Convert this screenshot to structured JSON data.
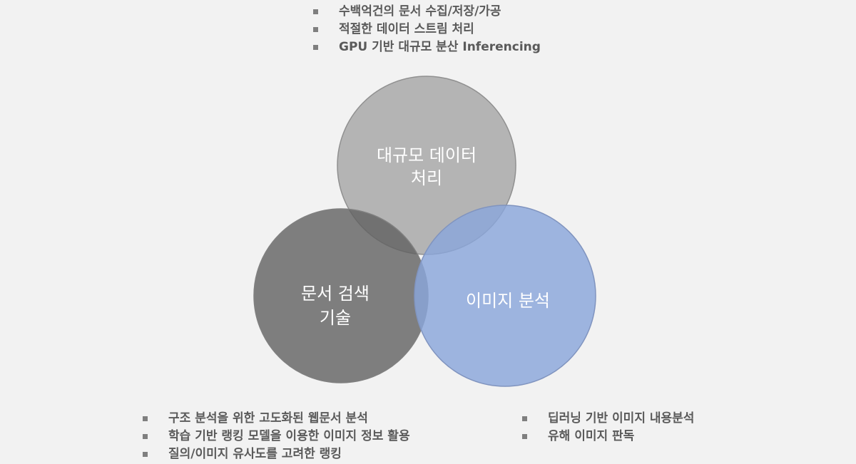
{
  "top_bullets": [
    "수백억건의 문서 수집/저장/가공",
    "적절한 데이터 스트림 처리",
    "GPU 기반 대규모 분산 Inferencing"
  ],
  "left_bullets": [
    "구조 분석을 위한 고도화된 웹문서 분석",
    "학습 기반 랭킹 모델을 이용한 이미지 정보 활용",
    "질의/이미지 유사도를 고려한 랭킹"
  ],
  "right_bullets": [
    "딥러닝 기반 이미지 내용분석",
    "유해 이미지 판독"
  ],
  "circles": {
    "top": {
      "line1": "대규모 데이터",
      "line2": "처리",
      "color": "#a9a9a9"
    },
    "left": {
      "line1": "문서 검색",
      "line2": "기술",
      "color": "#707070"
    },
    "right": {
      "line1": "이미지 분석",
      "color": "#93acdb"
    }
  }
}
